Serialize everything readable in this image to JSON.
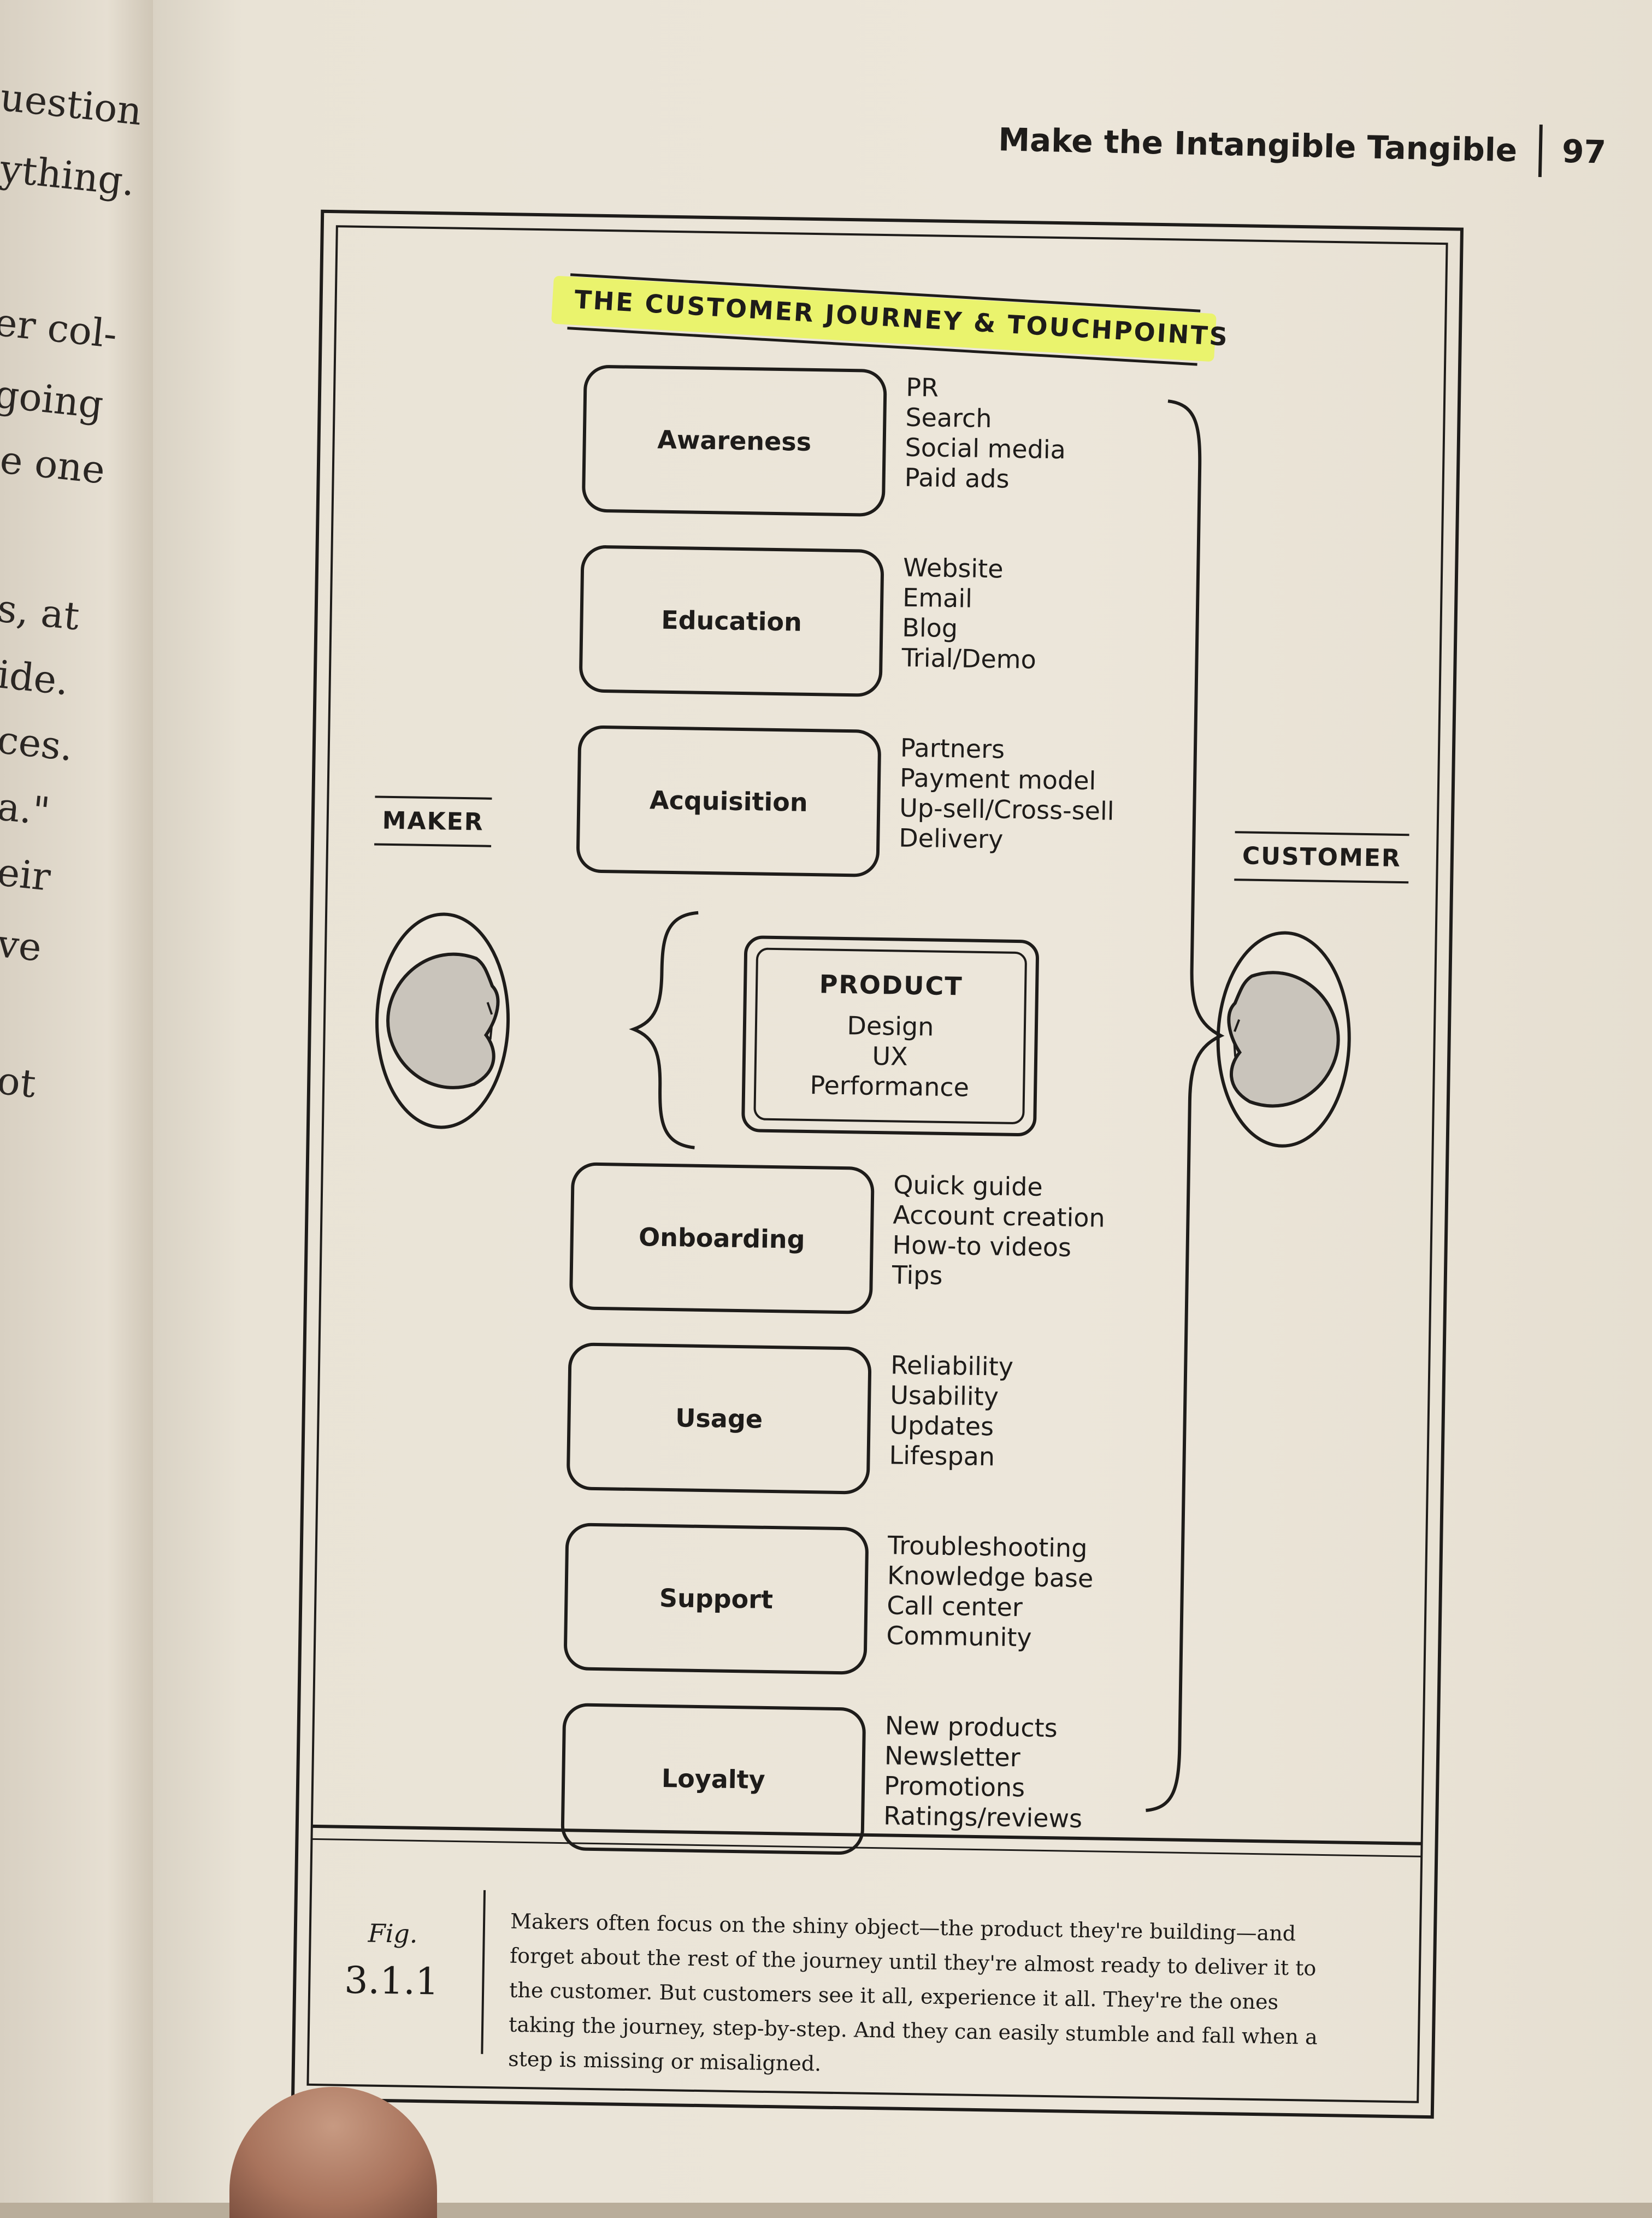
{
  "left_page": {
    "fragments": [
      "uestion",
      "ything.",
      "er col-",
      "going",
      "e one",
      "s, at",
      "ide.",
      "ces.",
      "a.\"",
      "eir",
      "ve",
      "ot"
    ]
  },
  "running_head": {
    "title": "Make the Intangible Tangible",
    "page_number": "97"
  },
  "diagram": {
    "title": "THE CUSTOMER JOURNEY & TOUCHPOINTS",
    "maker_label": "MAKER",
    "customer_label": "CUSTOMER",
    "product": {
      "title": "PRODUCT",
      "lines": [
        "Design",
        "UX",
        "Performance"
      ]
    },
    "stages": [
      {
        "name": "Awareness",
        "touchpoints": [
          "PR",
          "Search",
          "Social media",
          "Paid ads"
        ]
      },
      {
        "name": "Education",
        "touchpoints": [
          "Website",
          "Email",
          "Blog",
          "Trial/Demo"
        ]
      },
      {
        "name": "Acquisition",
        "touchpoints": [
          "Partners",
          "Payment model",
          "Up-sell/Cross-sell",
          "Delivery"
        ]
      },
      {
        "name": "Onboarding",
        "touchpoints": [
          "Quick guide",
          "Account creation",
          "How-to videos",
          "Tips"
        ]
      },
      {
        "name": "Usage",
        "touchpoints": [
          "Reliability",
          "Usability",
          "Updates",
          "Lifespan"
        ]
      },
      {
        "name": "Support",
        "touchpoints": [
          "Troubleshooting",
          "Knowledge base",
          "Call center",
          "Community"
        ]
      },
      {
        "name": "Loyalty",
        "touchpoints": [
          "New products",
          "Newsletter",
          "Promotions",
          "Ratings/reviews"
        ]
      }
    ]
  },
  "caption": {
    "fig_label": "Fig.",
    "fig_number": "3.1.1",
    "text": "Makers often focus on the shiny object—the product they're building—and forget about the rest of the journey until they're almost ready to deliver it to the customer. But customers see it all, experience it all. They're the ones taking the journey, step-by-step. And they can easily stumble and fall when a step is missing or misaligned."
  }
}
